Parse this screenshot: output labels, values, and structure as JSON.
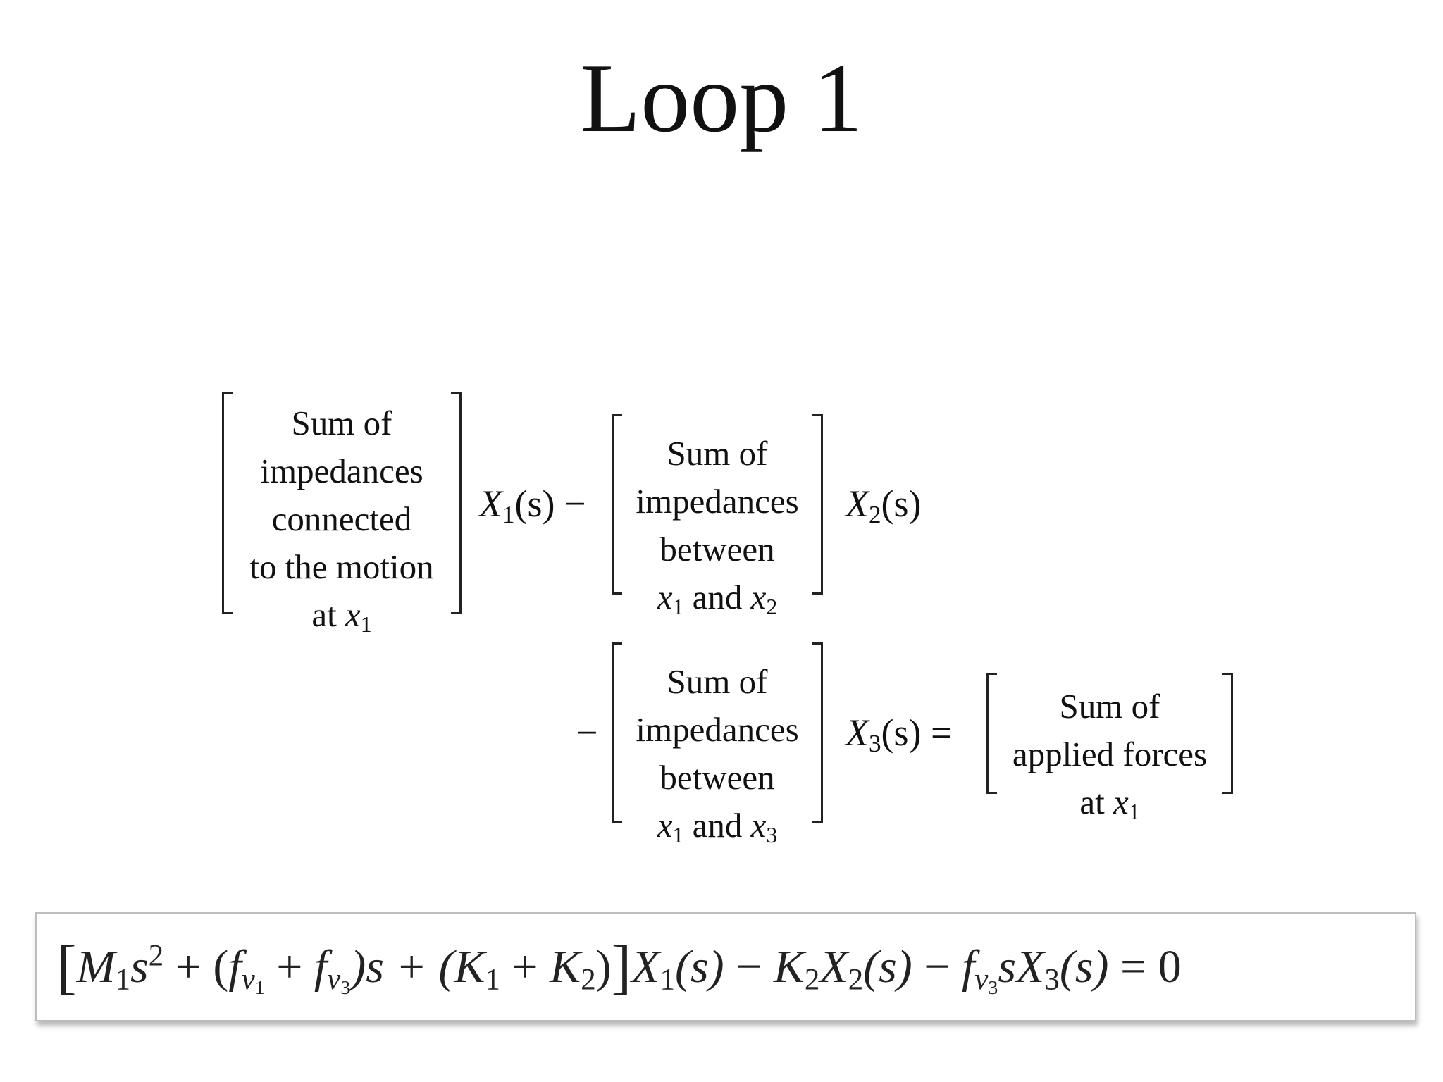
{
  "slide": {
    "title": "Loop 1"
  },
  "terms": {
    "t1": {
      "lines": [
        "Sum of",
        "impedances",
        "connected",
        "to the motion"
      ],
      "last_prefix": "at ",
      "last_var": "x",
      "last_sub": "1"
    },
    "t2": {
      "lines": [
        "Sum of",
        "impedances",
        "between"
      ],
      "v1": "x",
      "v1_sub": "1",
      "and": " and ",
      "v2": "x",
      "v2_sub": "2"
    },
    "t3": {
      "lines": [
        "Sum of",
        "impedances",
        "between"
      ],
      "v1": "x",
      "v1_sub": "1",
      "and": " and ",
      "v2": "x",
      "v2_sub": "3"
    },
    "t4": {
      "lines": [
        "Sum of",
        "applied forces"
      ],
      "last_prefix": "at ",
      "last_var": "x",
      "last_sub": "1"
    }
  },
  "expr": {
    "x1": {
      "var": "X",
      "sub": "1",
      "arg": "(s)",
      "suffix": " −"
    },
    "x2": {
      "var": "X",
      "sub": "2",
      "arg": "(s)"
    },
    "minus": "−",
    "x3": {
      "var": "X",
      "sub": "3",
      "arg": "(s)",
      "suffix": " ="
    }
  },
  "result": {
    "lb": "[",
    "M": "M",
    "M_sub": "1",
    "s": "s",
    "s_sup": "2",
    "plus1": " + (",
    "f": "f",
    "v": "v",
    "v1_sub": "1",
    "plus2": " + ",
    "v3_sub": "3",
    "mid": ")s + (",
    "K": "K",
    "K1_sub": "1",
    "plus3": " + ",
    "K2_sub": "2",
    "rparen": ")",
    "rb": "]",
    "X": "X",
    "X1_sub": "1",
    "arg": "(s)",
    "minus": " − ",
    "X2_sub": "2",
    "sX": "sX",
    "X3_sub": "3",
    "eq": " = 0"
  }
}
